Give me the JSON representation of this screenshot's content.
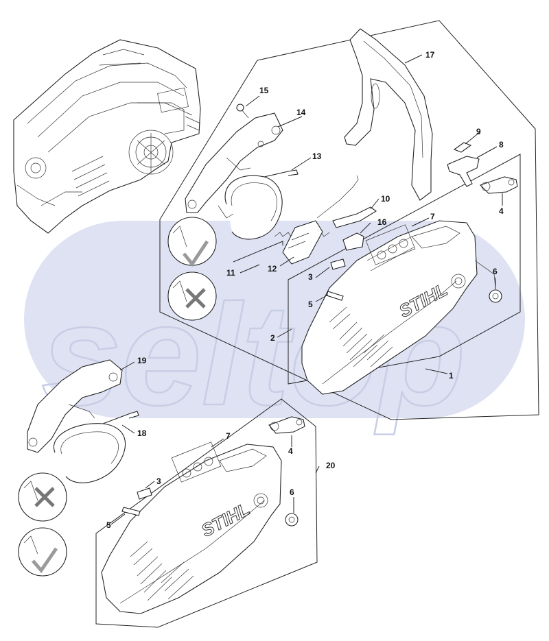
{
  "watermark": {
    "text": "seltop"
  },
  "brand": {
    "cover_logo": "STIHL"
  },
  "colors": {
    "watermark_band": "#dfe2f3",
    "line": "#222222",
    "ok_mark": "#9a9a9a",
    "wrong_mark": "#777777"
  },
  "callouts": [
    {
      "id": "c1",
      "label": "1"
    },
    {
      "id": "c2",
      "label": "2"
    },
    {
      "id": "c3a",
      "label": "3"
    },
    {
      "id": "c4a",
      "label": "4"
    },
    {
      "id": "c5a",
      "label": "5"
    },
    {
      "id": "c6a",
      "label": "6"
    },
    {
      "id": "c7a",
      "label": "7"
    },
    {
      "id": "c8",
      "label": "8"
    },
    {
      "id": "c9",
      "label": "9"
    },
    {
      "id": "c10",
      "label": "10"
    },
    {
      "id": "c11",
      "label": "11"
    },
    {
      "id": "c12",
      "label": "12"
    },
    {
      "id": "c13",
      "label": "13"
    },
    {
      "id": "c14",
      "label": "14"
    },
    {
      "id": "c15",
      "label": "15"
    },
    {
      "id": "c16",
      "label": "16"
    },
    {
      "id": "c17",
      "label": "17"
    },
    {
      "id": "c18",
      "label": "18"
    },
    {
      "id": "c19",
      "label": "19"
    },
    {
      "id": "c20",
      "label": "20"
    },
    {
      "id": "c3b",
      "label": "3"
    },
    {
      "id": "c4b",
      "label": "4"
    },
    {
      "id": "c5b",
      "label": "5"
    },
    {
      "id": "c6b",
      "label": "6"
    },
    {
      "id": "c7b",
      "label": "7"
    }
  ],
  "install_hints": [
    {
      "id": "h1",
      "result": "correct"
    },
    {
      "id": "h2",
      "result": "wrong"
    },
    {
      "id": "h3",
      "result": "wrong"
    },
    {
      "id": "h4",
      "result": "correct"
    }
  ]
}
